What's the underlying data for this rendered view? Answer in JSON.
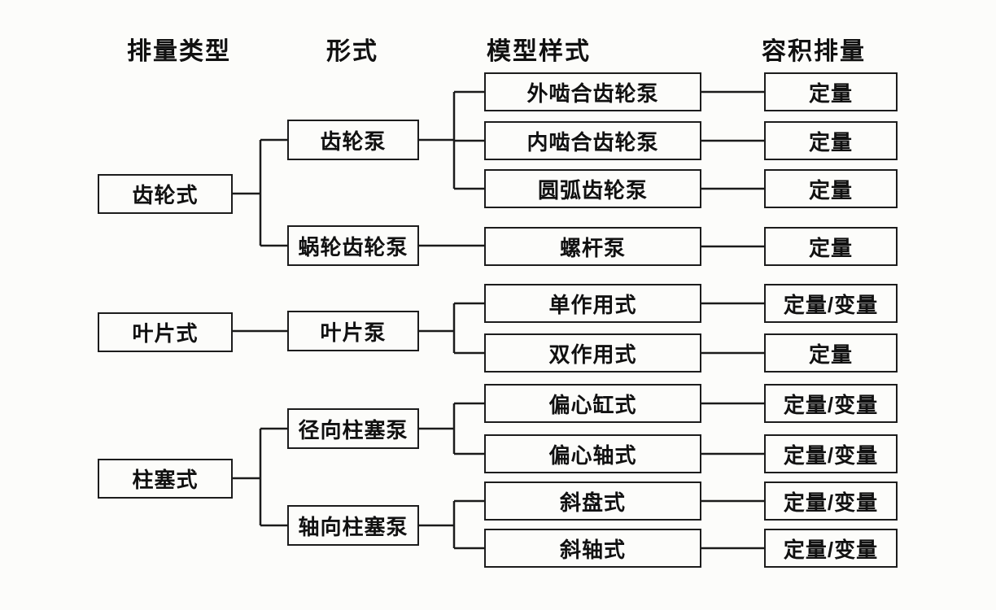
{
  "headers": {
    "col1": "排量类型",
    "col2": "形式",
    "col3": "模型样式",
    "col4": "容积排量"
  },
  "tree": [
    {
      "type": "齿轮式",
      "forms": [
        {
          "form": "齿轮泵",
          "models": [
            {
              "model": "外啮合齿轮泵",
              "displacement": "定量"
            },
            {
              "model": "内啮合齿轮泵",
              "displacement": "定量"
            },
            {
              "model": "圆弧齿轮泵",
              "displacement": "定量"
            }
          ]
        },
        {
          "form": "蜗轮齿轮泵",
          "models": [
            {
              "model": "螺杆泵",
              "displacement": "定量"
            }
          ]
        }
      ]
    },
    {
      "type": "叶片式",
      "forms": [
        {
          "form": "叶片泵",
          "models": [
            {
              "model": "单作用式",
              "displacement": "定量/变量"
            },
            {
              "model": "双作用式",
              "displacement": "定量"
            }
          ]
        }
      ]
    },
    {
      "type": "柱塞式",
      "forms": [
        {
          "form": "径向柱塞泵",
          "models": [
            {
              "model": "偏心缸式",
              "displacement": "定量/变量"
            },
            {
              "model": "偏心轴式",
              "displacement": "定量/变量"
            }
          ]
        },
        {
          "form": "轴向柱塞泵",
          "models": [
            {
              "model": "斜盘式",
              "displacement": "定量/变量"
            },
            {
              "model": "斜轴式",
              "displacement": "定量/变量"
            }
          ]
        }
      ]
    }
  ]
}
